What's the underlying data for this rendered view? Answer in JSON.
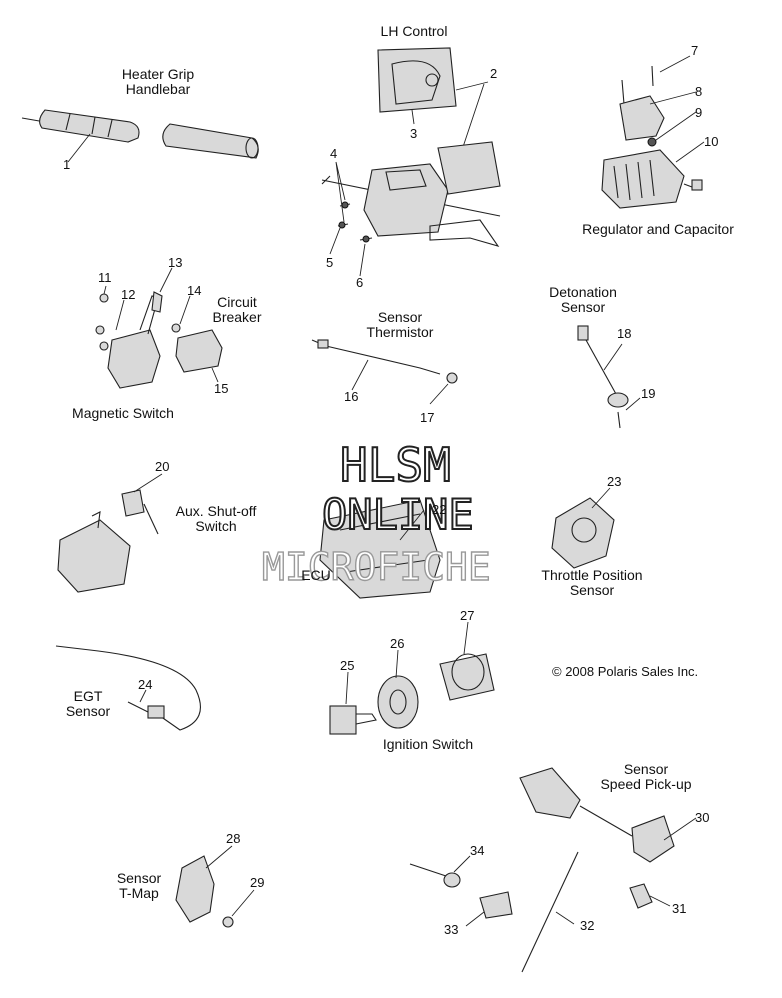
{
  "watermark": {
    "line1": "HLSM",
    "line2": "ONLINE",
    "line3": "MICROFICHE"
  },
  "copyright": "© 2008 Polaris Sales Inc.",
  "labels": {
    "heater_grip": [
      "Heater Grip",
      "Handlebar"
    ],
    "lh_control": [
      "LH Control"
    ],
    "regulator": [
      "Regulator and Capacitor"
    ],
    "circuit_breaker": [
      "Circuit",
      "Breaker"
    ],
    "magnetic_switch": [
      "Magnetic Switch"
    ],
    "sensor_thermistor": [
      "Sensor",
      "Thermistor"
    ],
    "detonation_sensor": [
      "Detonation",
      "Sensor"
    ],
    "aux_shutoff": [
      "Aux. Shut-off",
      "Switch"
    ],
    "ecu": [
      "ECU"
    ],
    "throttle_position": [
      "Throttle Position",
      "Sensor"
    ],
    "egt_sensor": [
      "EGT",
      "Sensor"
    ],
    "ignition_switch": [
      "Ignition Switch"
    ],
    "speed_pickup": [
      "Sensor",
      "Speed Pick-up"
    ],
    "tmap": [
      "Sensor",
      "T-Map"
    ]
  },
  "callouts": [
    "1",
    "2",
    "3",
    "4",
    "5",
    "6",
    "7",
    "8",
    "9",
    "10",
    "11",
    "12",
    "13",
    "14",
    "15",
    "16",
    "17",
    "18",
    "19",
    "20",
    "22",
    "23",
    "24",
    "25",
    "26",
    "27",
    "28",
    "29",
    "30",
    "31",
    "32",
    "33",
    "34"
  ]
}
